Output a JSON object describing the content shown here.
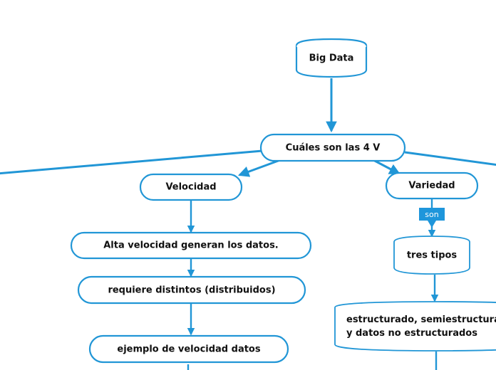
{
  "diagram": {
    "title": "Big Data - Cuáles son las 4 V",
    "type": "mind-map",
    "background_color": "#ffffff",
    "accent_color": "#2196d6",
    "badge_color": "#1e96db",
    "text_color": "#111111",
    "nodes": {
      "root": {
        "label": "Big Data",
        "shape": "cylinder"
      },
      "fourv": {
        "label": "Cuáles son las 4 V",
        "shape": "stadium"
      },
      "velocidad": {
        "label": "Velocidad",
        "shape": "stadium"
      },
      "variedad": {
        "label": "Variedad",
        "shape": "stadium"
      },
      "alta_velocidad": {
        "label": "Alta velocidad generan los datos.",
        "shape": "stadium"
      },
      "requiere": {
        "label": "requiere distintos (distribuidos)",
        "shape": "stadium"
      },
      "ejemplo": {
        "label": "ejemplo de velocidad datos",
        "shape": "stadium"
      },
      "tres_tipos": {
        "label": "tres tipos",
        "shape": "cylinder"
      },
      "estructurado": {
        "label_line1": "estructurado, semiestructurados",
        "label_line2": "y datos no estructurados",
        "shape": "cylinder",
        "clipped": "true"
      }
    },
    "edge_labels": {
      "son": "son"
    }
  }
}
